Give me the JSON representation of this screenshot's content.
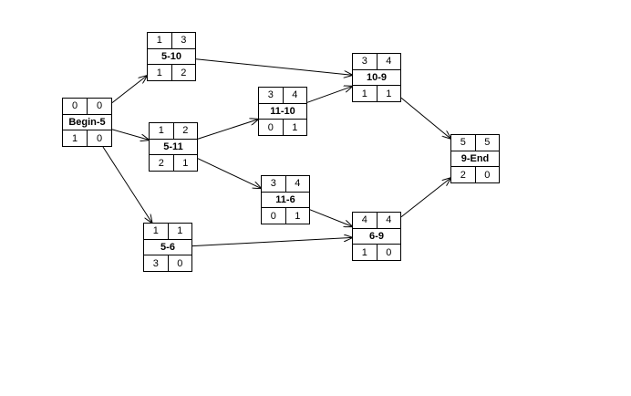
{
  "nodes": [
    {
      "id": "begin5",
      "label": "Begin-5",
      "top": [
        "0",
        "0"
      ],
      "bottom": [
        "1",
        "0"
      ]
    },
    {
      "id": "5-10",
      "label": "5-10",
      "top": [
        "1",
        "3"
      ],
      "bottom": [
        "1",
        "2"
      ]
    },
    {
      "id": "5-11",
      "label": "5-11",
      "top": [
        "1",
        "2"
      ],
      "bottom": [
        "2",
        "1"
      ]
    },
    {
      "id": "5-6",
      "label": "5-6",
      "top": [
        "1",
        "1"
      ],
      "bottom": [
        "3",
        "0"
      ]
    },
    {
      "id": "11-10",
      "label": "11-10",
      "top": [
        "3",
        "4"
      ],
      "bottom": [
        "0",
        "1"
      ]
    },
    {
      "id": "11-6",
      "label": "11-6",
      "top": [
        "3",
        "4"
      ],
      "bottom": [
        "0",
        "1"
      ]
    },
    {
      "id": "10-9",
      "label": "10-9",
      "top": [
        "3",
        "4"
      ],
      "bottom": [
        "1",
        "1"
      ]
    },
    {
      "id": "6-9",
      "label": "6-9",
      "top": [
        "4",
        "4"
      ],
      "bottom": [
        "1",
        "0"
      ]
    },
    {
      "id": "9-end",
      "label": "9-End",
      "top": [
        "5",
        "5"
      ],
      "bottom": [
        "2",
        "0"
      ]
    }
  ],
  "edges": [
    {
      "from": "begin5",
      "to": "5-10"
    },
    {
      "from": "begin5",
      "to": "5-11"
    },
    {
      "from": "begin5",
      "to": "5-6"
    },
    {
      "from": "5-10",
      "to": "10-9"
    },
    {
      "from": "5-11",
      "to": "11-10"
    },
    {
      "from": "5-11",
      "to": "11-6"
    },
    {
      "from": "11-10",
      "to": "10-9"
    },
    {
      "from": "11-6",
      "to": "6-9"
    },
    {
      "from": "5-6",
      "to": "6-9"
    },
    {
      "from": "10-9",
      "to": "9-end"
    },
    {
      "from": "6-9",
      "to": "9-end"
    }
  ]
}
